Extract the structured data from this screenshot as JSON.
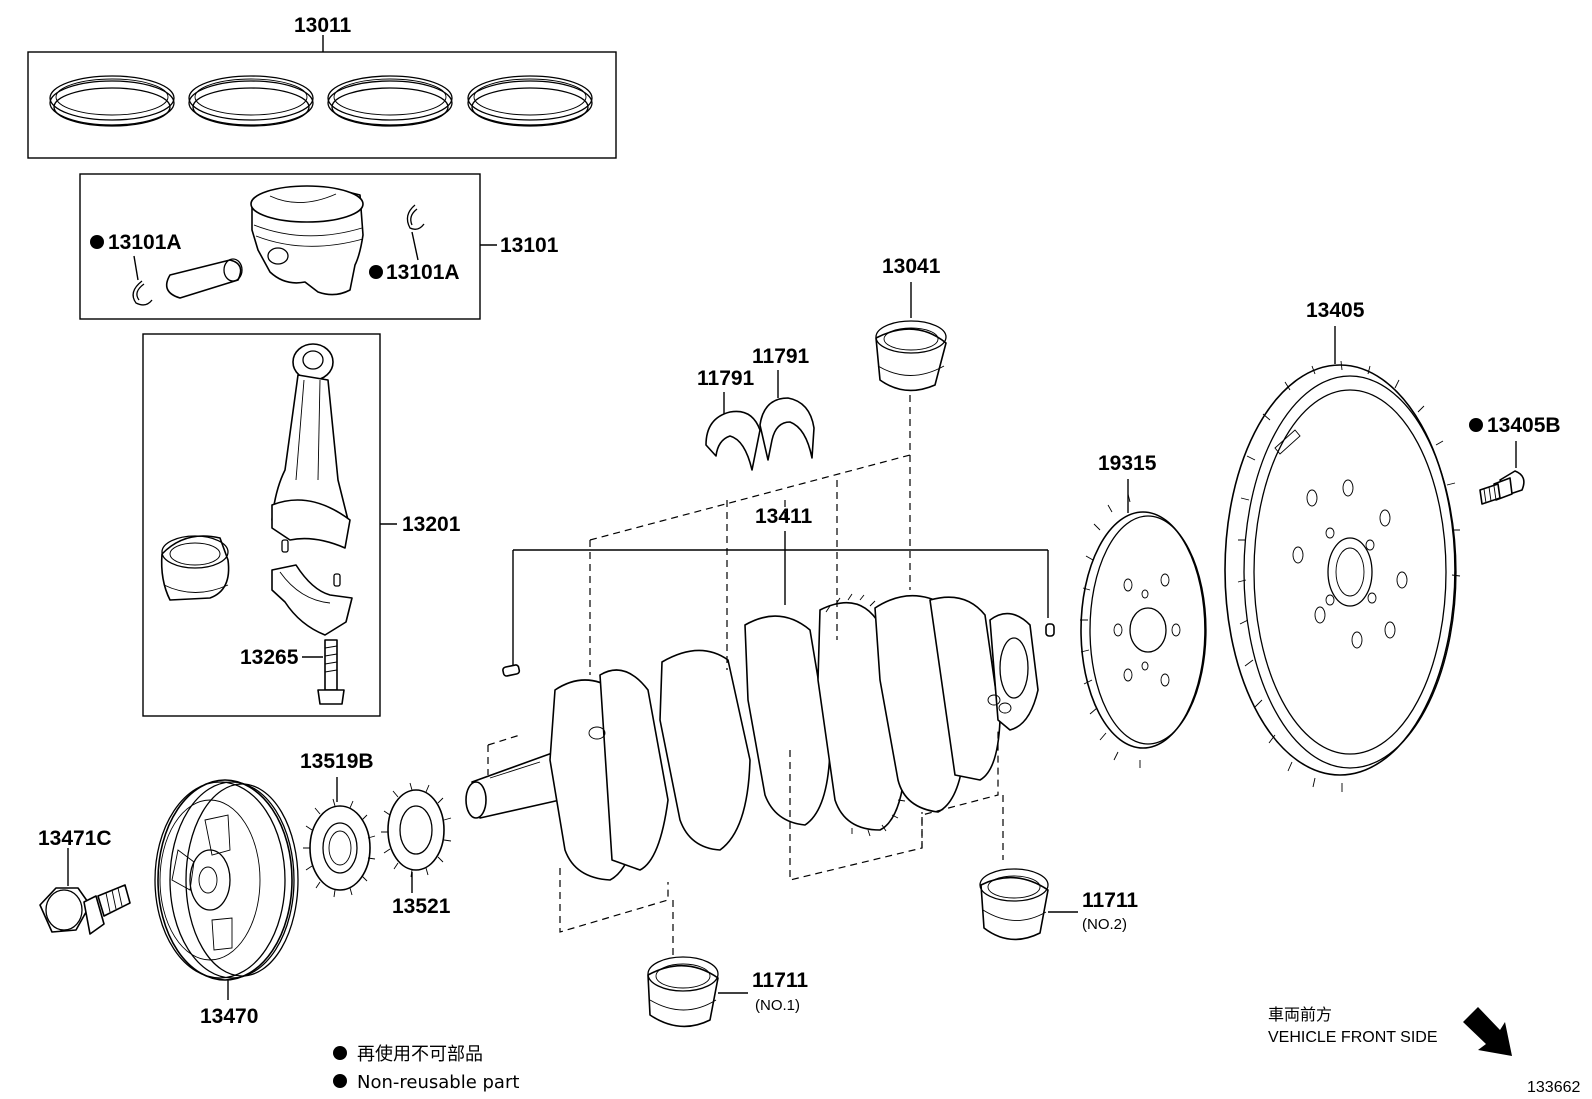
{
  "parts": {
    "p13011": "13011",
    "p13101": "13101",
    "p13101A_left": "13101A",
    "p13101A_right": "13101A",
    "p13201": "13201",
    "p13265": "13265",
    "p13041": "13041",
    "p11791_upper": "11791",
    "p11791_lower": "11791",
    "p13411": "13411",
    "p19315": "19315",
    "p13405": "13405",
    "p13405B": "13405B",
    "p13519B": "13519B",
    "p13521": "13521",
    "p13471C": "13471C",
    "p13470": "13470",
    "p11711_no1": "11711",
    "p11711_no1_sub": "(NO.1)",
    "p11711_no2": "11711",
    "p11711_no2_sub": "(NO.2)"
  },
  "legend": {
    "jp": "再使用不可部品",
    "en": "Non-reusable part"
  },
  "front": {
    "jp": "車両前方",
    "en": "VEHICLE FRONT SIDE"
  },
  "illustration_id": "133662"
}
